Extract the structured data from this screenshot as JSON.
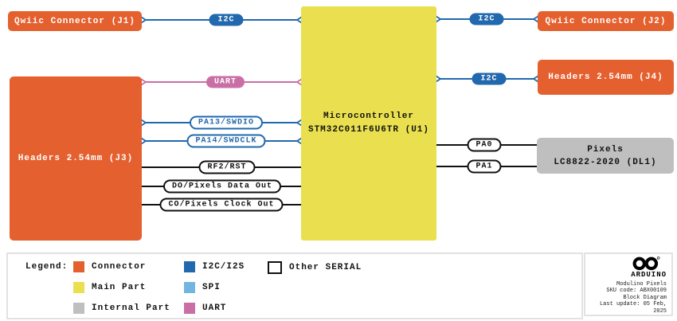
{
  "title": "Modulino Pixels Block Diagram",
  "colors": {
    "connector": "#E5602F",
    "main_part": "#E9DF4F",
    "internal_part": "#BFBFBF",
    "i2c_i2s": "#2268AE",
    "spi": "#72B5E0",
    "uart": "#C96FA6",
    "other_serial_border": "#111111"
  },
  "blocks": {
    "j1": {
      "label": "Qwiic Connector (J1)"
    },
    "j2": {
      "label": "Qwiic Connector (J2)"
    },
    "j3": {
      "label": "Headers 2.54mm (J3)"
    },
    "j4": {
      "label": "Headers 2.54mm (J4)"
    },
    "mcu": {
      "line1": "Microcontroller",
      "line2": "STM32C011F6U6TR (U1)"
    },
    "pixels": {
      "line1": "Pixels",
      "line2": "LC8822-2020 (DL1)"
    }
  },
  "connections": {
    "i2c_j1": {
      "label": "I2C",
      "protocol": "I2C",
      "color": "#2268AE"
    },
    "i2c_j2": {
      "label": "I2C",
      "protocol": "I2C",
      "color": "#2268AE"
    },
    "i2c_j4": {
      "label": "I2C",
      "protocol": "I2C",
      "color": "#2268AE"
    },
    "uart_j3": {
      "label": "UART",
      "protocol": "UART",
      "color": "#C96FA6"
    },
    "pa13": {
      "label": "PA13/SWDIO",
      "color": "#2268AE"
    },
    "pa14": {
      "label": "PA14/SWDCLK",
      "color": "#2268AE"
    },
    "rst": {
      "label": "RF2/RST",
      "color": "#111111"
    },
    "do": {
      "label": "DO/Pixels Data Out",
      "color": "#111111"
    },
    "co": {
      "label": "CO/Pixels Clock Out",
      "color": "#111111"
    },
    "pa0": {
      "label": "PA0",
      "color": "#111111"
    },
    "pa1": {
      "label": "PA1",
      "color": "#111111"
    }
  },
  "legend": {
    "title": "Legend:",
    "items": [
      {
        "label": "Connector",
        "swatch": "#E5602F"
      },
      {
        "label": "Main Part",
        "swatch": "#E9DF4F"
      },
      {
        "label": "Internal Part",
        "swatch": "#BFBFBF"
      },
      {
        "label": "I2C/I2S",
        "swatch": "#2268AE"
      },
      {
        "label": "SPI",
        "swatch": "#72B5E0"
      },
      {
        "label": "UART",
        "swatch": "#C96FA6"
      },
      {
        "label": "Other SERIAL",
        "swatch": "#FFFFFF"
      }
    ]
  },
  "footer": {
    "brand": "ARDUINO",
    "lines": [
      "Modulino Pixels",
      "SKU code: ABX00109",
      "Block Diagram",
      "Last update: 05 Feb, 2025"
    ]
  }
}
